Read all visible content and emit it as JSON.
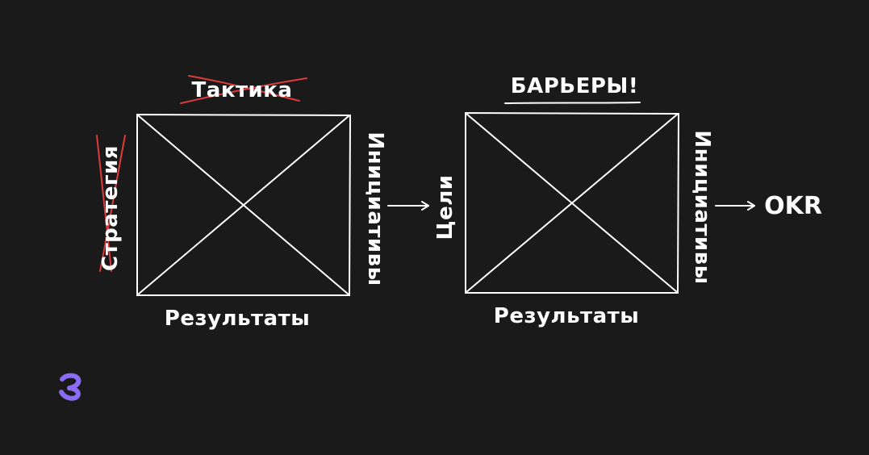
{
  "colors": {
    "background": "#1a1a1a",
    "stroke": "#ffffff",
    "strike": "#e03a3a",
    "logo": "#8b6cf6"
  },
  "left_box": {
    "top_label": "Тактика",
    "left_label": "Стратегия",
    "right_label": "Инициативы",
    "bottom_label": "Результаты"
  },
  "right_box": {
    "top_label": "БАРЬЕРЫ!",
    "left_label": "Цели",
    "right_label": "Инициативы",
    "bottom_label": "Результаты"
  },
  "result": {
    "label": "OKR"
  },
  "logo": {
    "icon": "logo-g-icon"
  }
}
